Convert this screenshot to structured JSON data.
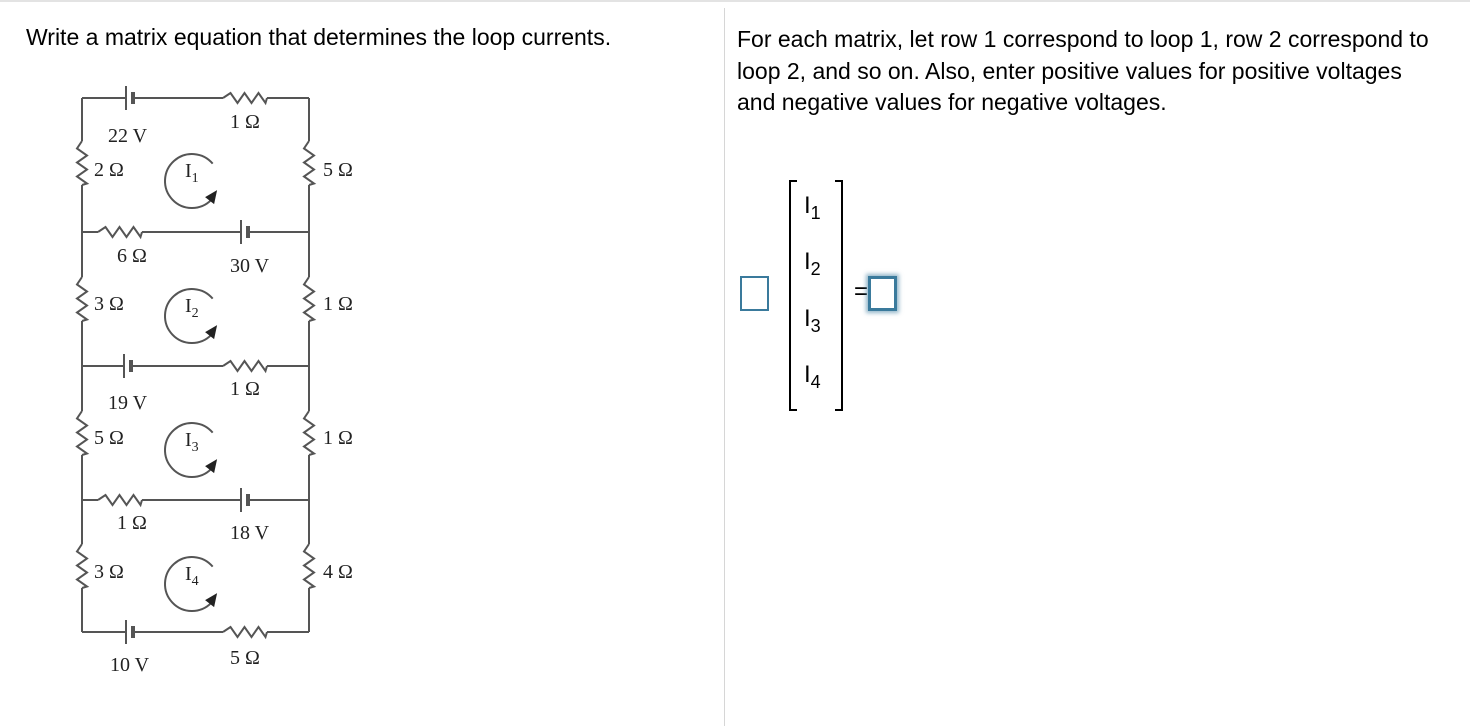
{
  "question": "Write a matrix equation that determines the loop currents.",
  "instructions": "For each matrix, let row 1 correspond to loop 1, row 2 correspond to loop 2, and so on. Also, enter positive values for positive voltages and negative values for negative voltages.",
  "circuit": {
    "top": {
      "battery": "22 V",
      "resistor": "1 Ω"
    },
    "branch_1_2": {
      "resistor": "6 Ω",
      "battery": "30 V"
    },
    "branch_2_3": {
      "battery": "19 V",
      "resistor": "1 Ω"
    },
    "branch_3_4": {
      "resistor": "1 Ω",
      "battery": "18 V"
    },
    "bottom": {
      "battery": "10 V",
      "resistor": "5 Ω"
    },
    "left": [
      "2 Ω",
      "3 Ω",
      "5 Ω",
      "3 Ω"
    ],
    "right": [
      "5 Ω",
      "1 Ω",
      "1 Ω",
      "4 Ω"
    ],
    "loops": [
      {
        "letter": "I",
        "sub": "1"
      },
      {
        "letter": "I",
        "sub": "2"
      },
      {
        "letter": "I",
        "sub": "3"
      },
      {
        "letter": "I",
        "sub": "4"
      }
    ]
  },
  "matrix": {
    "vector": [
      {
        "letter": "I",
        "sub": "1"
      },
      {
        "letter": "I",
        "sub": "2"
      },
      {
        "letter": "I",
        "sub": "3"
      },
      {
        "letter": "I",
        "sub": "4"
      }
    ],
    "equals": "=",
    "coefficient_value": "",
    "rhs_value": ""
  },
  "colors": {
    "input_border": "#3a7a9c",
    "wire": "#555555"
  }
}
